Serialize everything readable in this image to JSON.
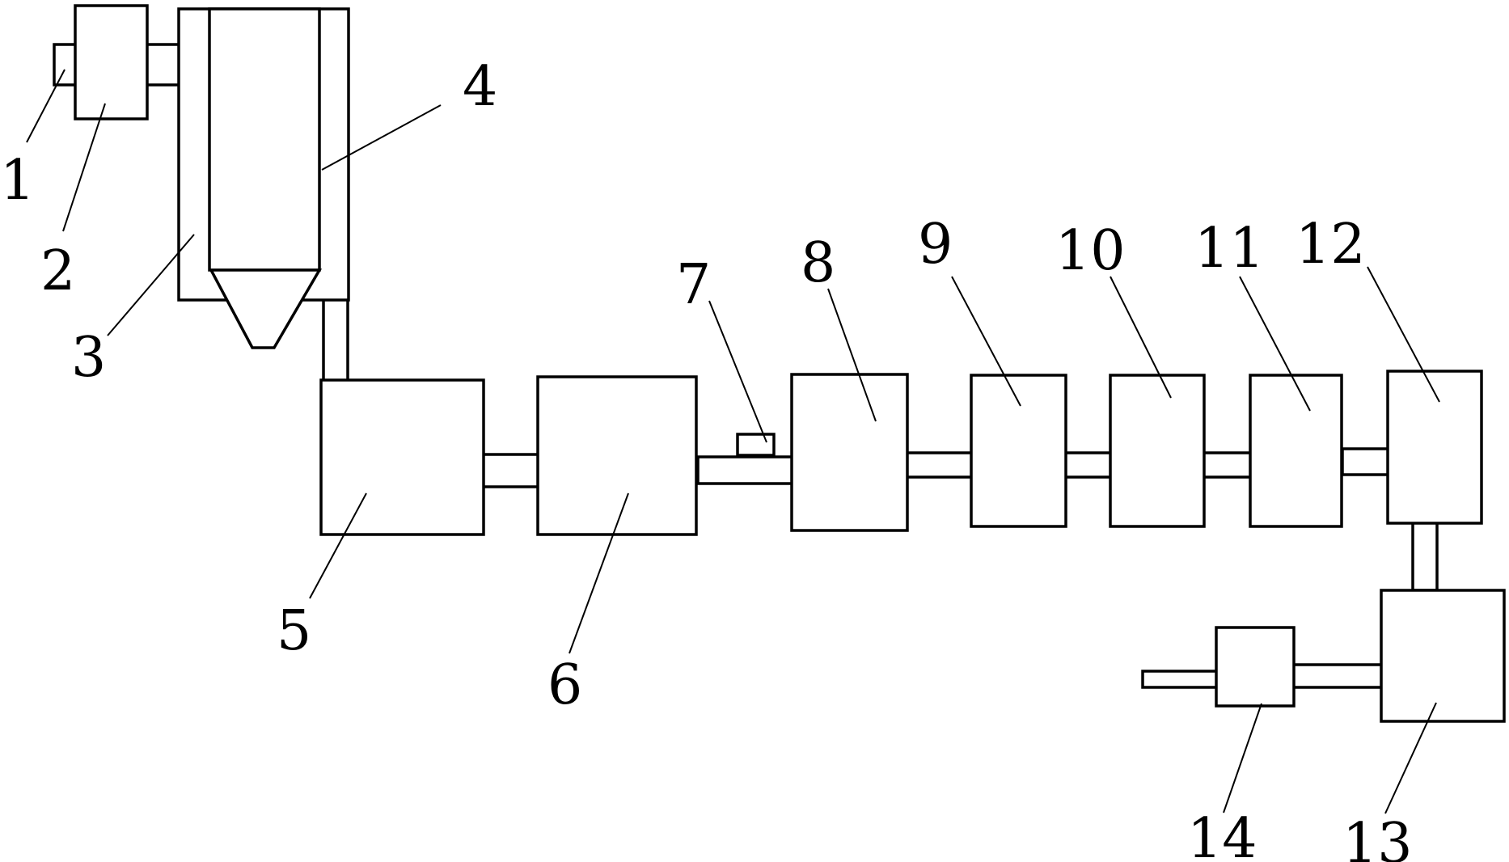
{
  "diagram": {
    "colors": {
      "stroke": "#000000",
      "fill": "#ffffff",
      "background": "#ffffff"
    },
    "labels": {
      "l1": "1",
      "l2": "2",
      "l3": "3",
      "l4": "4",
      "l5": "5",
      "l6": "6",
      "l7": "7",
      "l8": "8",
      "l9": "9",
      "l10": "10",
      "l11": "11",
      "l12": "12",
      "l13": "13",
      "l14": "14"
    }
  }
}
